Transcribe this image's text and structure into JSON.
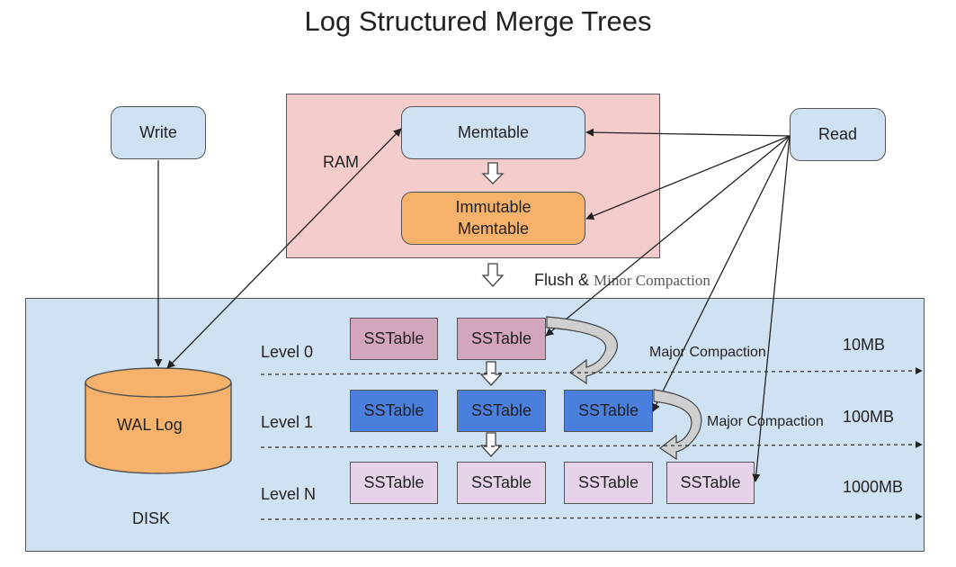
{
  "title": "Log Structured Merge Trees",
  "write": "Write",
  "read": "Read",
  "ram": {
    "label": "RAM",
    "memtable": "Memtable",
    "immutable_memtable": "Immutable\nMemtable"
  },
  "flush": {
    "prefix": "Flush & ",
    "minor": "Minor Compaction"
  },
  "disk": {
    "label": "DISK",
    "wal": "WAL Log"
  },
  "levels": [
    {
      "label": "Level 0",
      "size": "10MB",
      "sstables": [
        "SSTable",
        "SSTable"
      ]
    },
    {
      "label": "Level 1",
      "size": "100MB",
      "sstables": [
        "SSTable",
        "SSTable",
        "SSTable"
      ]
    },
    {
      "label": "Level N",
      "size": "1000MB",
      "sstables": [
        "SSTable",
        "SSTable",
        "SSTable",
        "SSTable"
      ]
    }
  ],
  "major_compaction": [
    "Major Compaction",
    "Major Compaction"
  ],
  "colors": {
    "ram_bg": "#f4cccc",
    "disk_bg": "#cfe2f3",
    "memtable_bg": "#cfe2f3",
    "immutable_bg": "#f6b26b",
    "wal_bg": "#f6b26b",
    "level0_sstable": "#d4a6bd",
    "level1_sstable": "#4a7fde",
    "leveln_sstable": "#e6d3ea"
  }
}
